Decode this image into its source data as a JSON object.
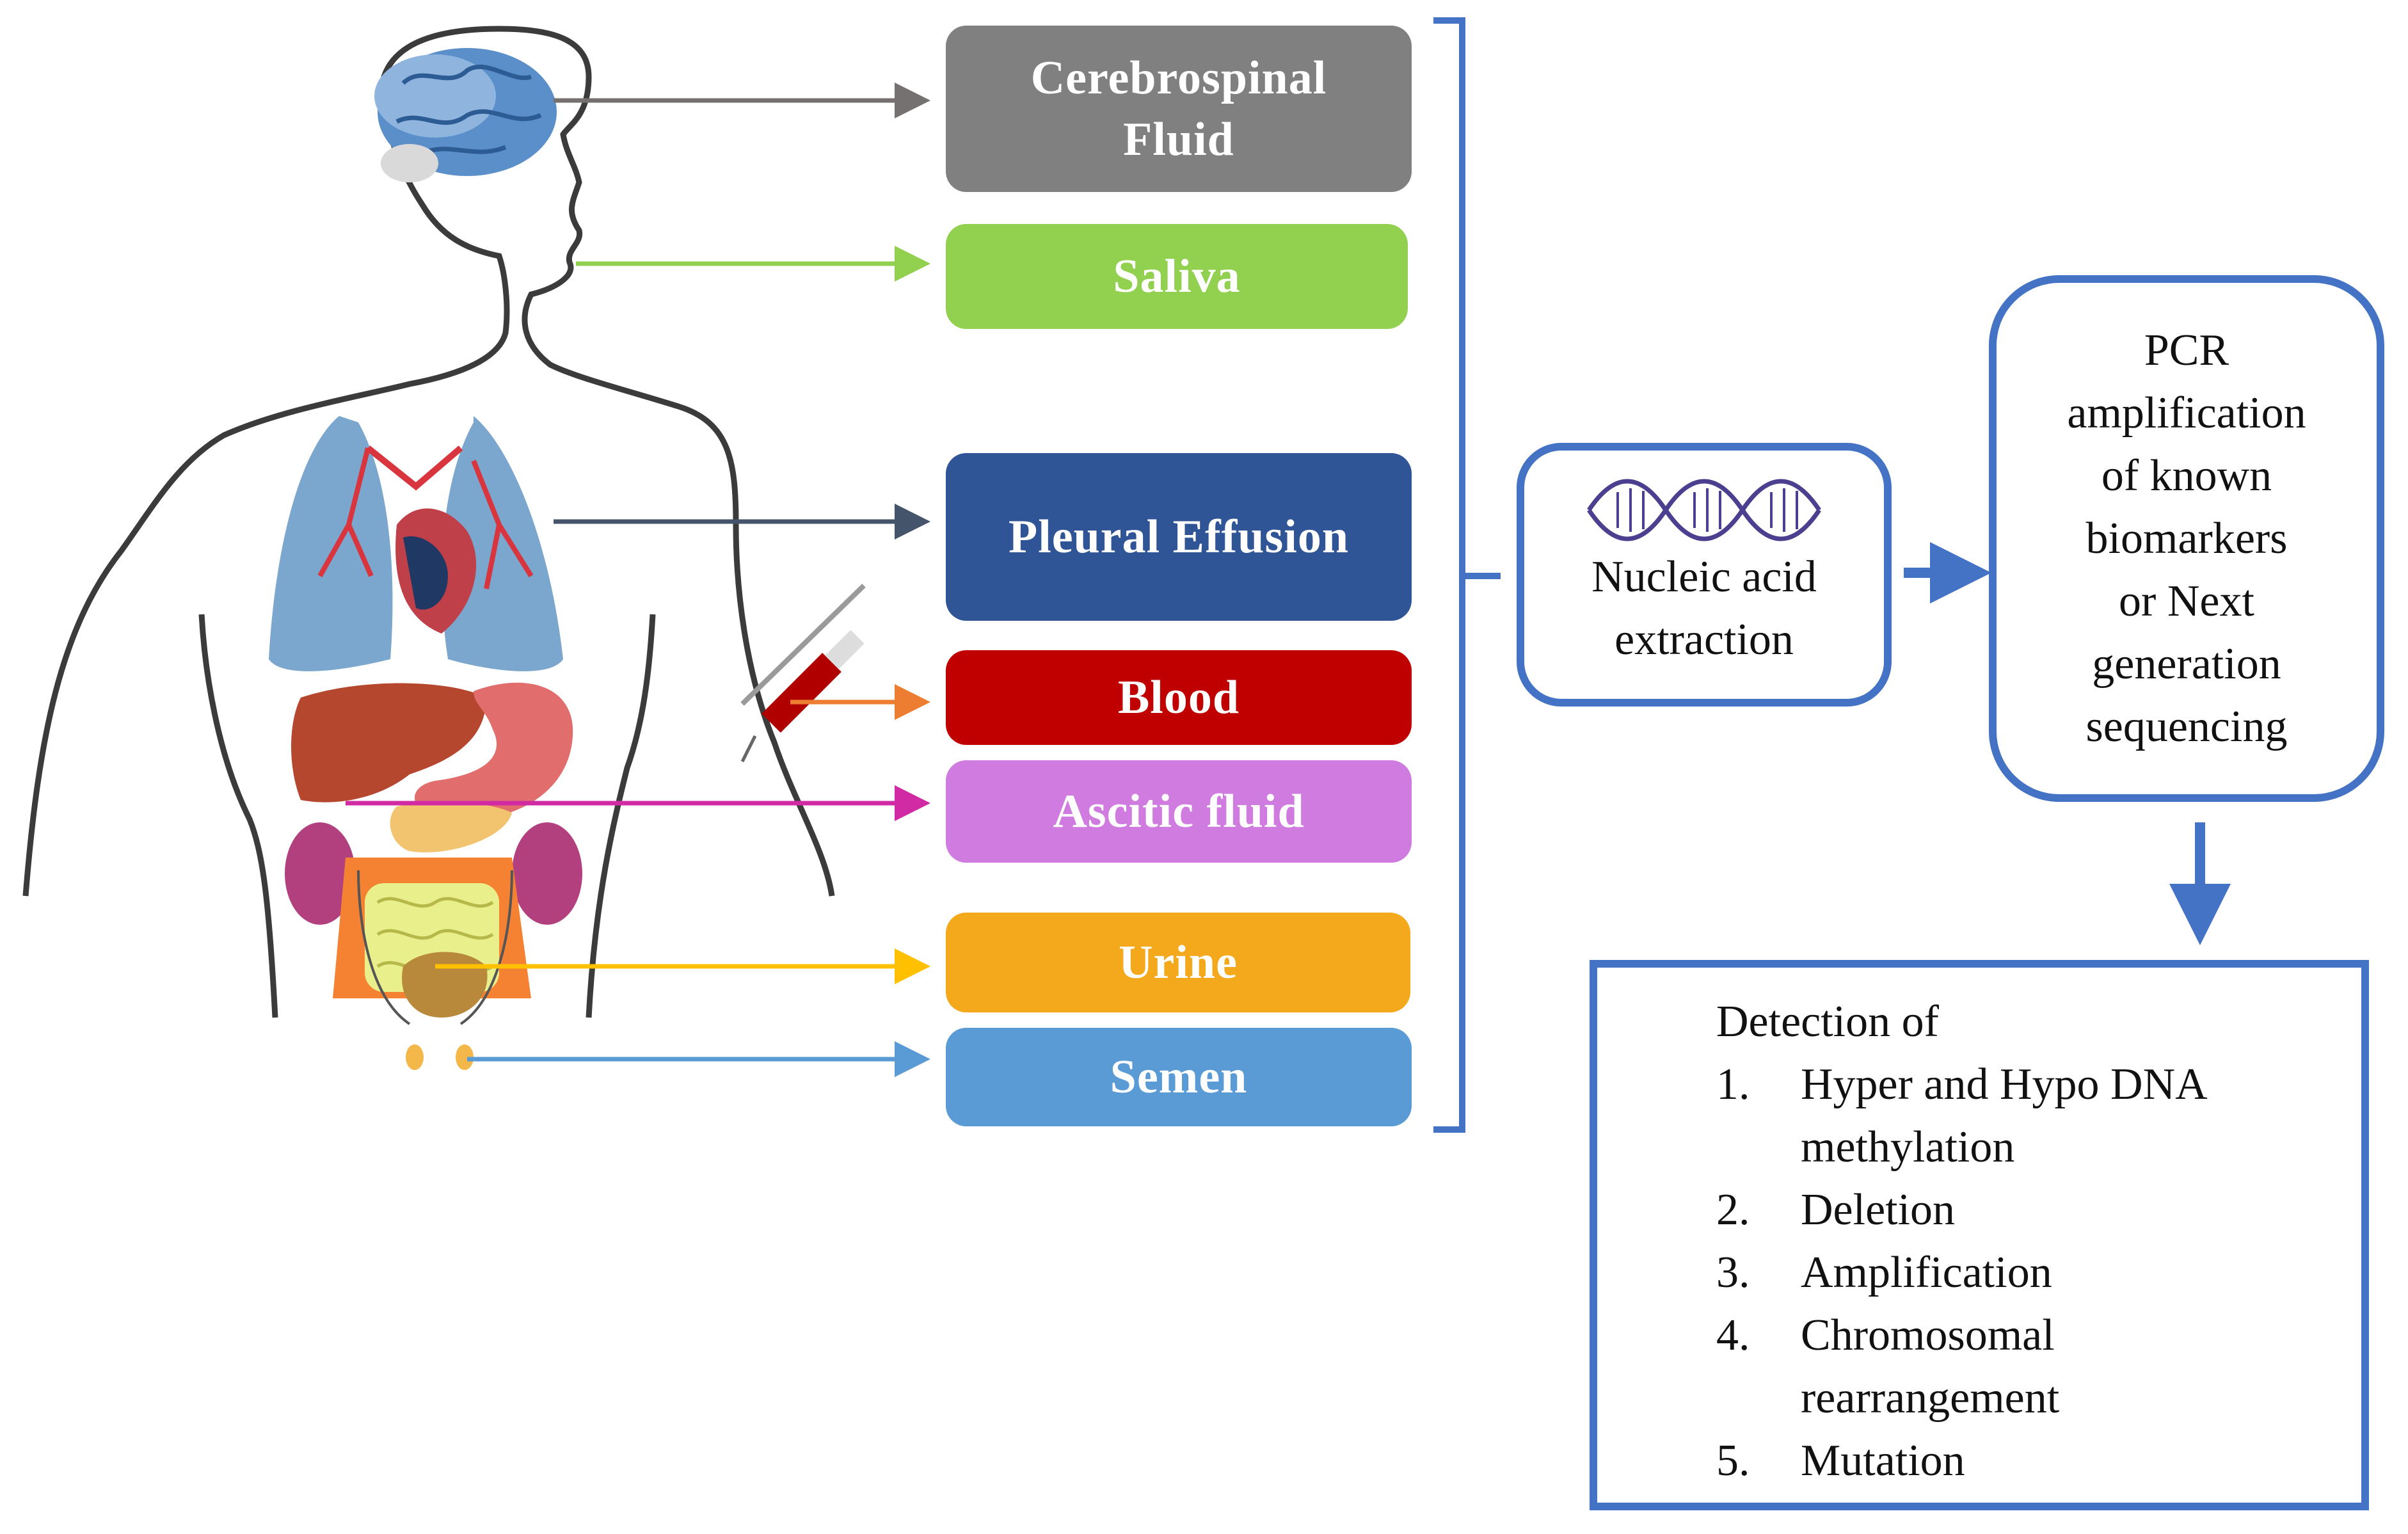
{
  "sample_sources": [
    {
      "label": "Cerebrospinal Fluid",
      "color": "#808080"
    },
    {
      "label": "Saliva",
      "color": "#92d050"
    },
    {
      "label": "Pleural Effusion",
      "color": "#2f5597"
    },
    {
      "label": "Blood",
      "color": "#c00000"
    },
    {
      "label": "Ascitic fluid",
      "color": "#cf7be0"
    },
    {
      "label": "Urine",
      "color": "#f4a81c"
    },
    {
      "label": "Semen",
      "color": "#5b9bd5"
    }
  ],
  "arrow_colors": {
    "brain": "#767171",
    "mouth": "#92d050",
    "lungs": "#44546a",
    "syringe": "#ed7d31",
    "abdomen": "#d02ba5",
    "bladder": "#ffc000",
    "testes": "#5b9bd5",
    "flow": "#4472c4"
  },
  "extraction": {
    "label": "Nucleic acid extraction",
    "icon": "dna-double-helix-icon"
  },
  "analysis": {
    "label": "PCR\namplification\nof known\nbiomarkers\nor Next\ngeneration\nsequencing"
  },
  "detection": {
    "heading": "Detection of",
    "items": [
      {
        "num": "1.",
        "text": "Hyper and Hypo DNA methylation"
      },
      {
        "num": "2.",
        "text": "Deletion"
      },
      {
        "num": "3.",
        "text": "Amplification"
      },
      {
        "num": "4.",
        "text": "Chromosomal rearrangement"
      },
      {
        "num": "5.",
        "text": "Mutation"
      }
    ]
  },
  "illustration": {
    "figure": "human-body-silhouette",
    "organs": [
      "brain",
      "lungs",
      "heart",
      "liver",
      "stomach",
      "pancreas",
      "kidneys",
      "intestines",
      "bladder",
      "testes"
    ],
    "accessory": "syringe-icon"
  }
}
